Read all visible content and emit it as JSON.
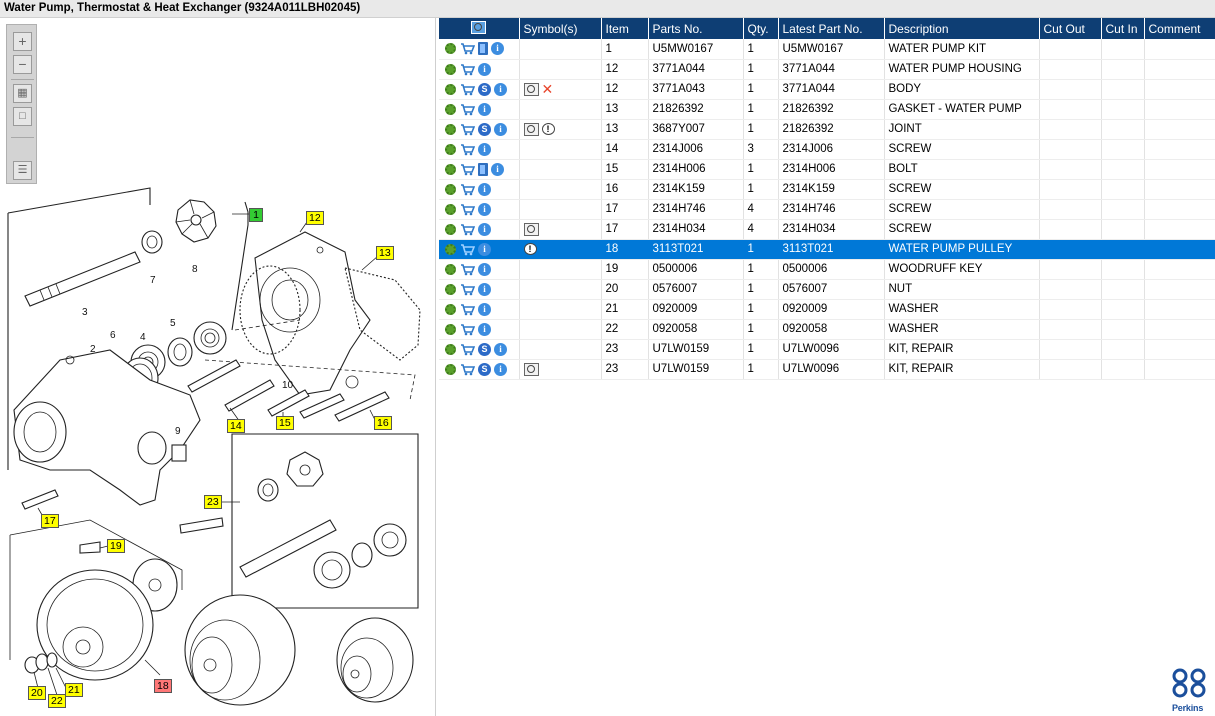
{
  "window": {
    "title": "Water Pump, Thermostat & Heat Exchanger (9324A011LBH02045)"
  },
  "toolbar": {
    "zoom_in_icon": "plus-icon",
    "zoom_out_icon": "minus-icon",
    "fit_icon": "grid-icon",
    "actual_icon": "square-icon",
    "list_icon": "list-arrow-icon"
  },
  "diagram": {
    "callouts": [
      {
        "label": "1",
        "style": "green"
      },
      {
        "label": "12",
        "style": "yellow"
      },
      {
        "label": "13",
        "style": "yellow"
      },
      {
        "label": "14",
        "style": "yellow"
      },
      {
        "label": "15",
        "style": "yellow"
      },
      {
        "label": "16",
        "style": "yellow"
      },
      {
        "label": "17",
        "style": "yellow"
      },
      {
        "label": "19",
        "style": "yellow"
      },
      {
        "label": "23",
        "style": "yellow"
      },
      {
        "label": "20",
        "style": "yellow"
      },
      {
        "label": "22",
        "style": "yellow"
      },
      {
        "label": "21",
        "style": "yellow"
      },
      {
        "label": "18",
        "style": "red"
      }
    ],
    "plain_labels": [
      "2",
      "3",
      "4",
      "5",
      "6",
      "7",
      "8",
      "9",
      "10"
    ]
  },
  "table": {
    "columns": [
      "",
      "Symbol(s)",
      "Item",
      "Parts No.",
      "Qty.",
      "Latest Part No.",
      "Description",
      "Cut Out",
      "Cut In",
      "Comment"
    ],
    "rows": [
      {
        "icons": [
          "gears",
          "cart",
          "book",
          "info"
        ],
        "symbols": [],
        "item": "1",
        "part": "U5MW0167",
        "qty": "1",
        "latest": "U5MW0167",
        "desc": "WATER PUMP KIT",
        "cutout": "",
        "cutin": "",
        "comment": "",
        "selected": false
      },
      {
        "icons": [
          "gear",
          "cart",
          "info"
        ],
        "symbols": [],
        "item": "12",
        "part": "3771A044",
        "qty": "1",
        "latest": "3771A044",
        "desc": "WATER PUMP HOUSING",
        "cutout": "",
        "cutin": "",
        "comment": "",
        "selected": false
      },
      {
        "icons": [
          "gear",
          "cart",
          "s",
          "info"
        ],
        "symbols": [
          "magnifier",
          "x"
        ],
        "item": "12",
        "part": "3771A043",
        "qty": "1",
        "latest": "3771A044",
        "desc": "BODY",
        "cutout": "",
        "cutin": "",
        "comment": "",
        "selected": false
      },
      {
        "icons": [
          "gear",
          "cart",
          "info"
        ],
        "symbols": [],
        "item": "13",
        "part": "21826392",
        "qty": "1",
        "latest": "21826392",
        "desc": "GASKET - WATER PUMP",
        "cutout": "",
        "cutin": "",
        "comment": "",
        "selected": false
      },
      {
        "icons": [
          "gear",
          "cart",
          "s",
          "info"
        ],
        "symbols": [
          "magnifier",
          "bubble"
        ],
        "item": "13",
        "part": "3687Y007",
        "qty": "1",
        "latest": "21826392",
        "desc": "JOINT",
        "cutout": "",
        "cutin": "",
        "comment": "",
        "selected": false
      },
      {
        "icons": [
          "gear",
          "cart",
          "info"
        ],
        "symbols": [],
        "item": "14",
        "part": "2314J006",
        "qty": "3",
        "latest": "2314J006",
        "desc": "SCREW",
        "cutout": "",
        "cutin": "",
        "comment": "",
        "selected": false
      },
      {
        "icons": [
          "gear",
          "cart",
          "book",
          "info"
        ],
        "symbols": [],
        "item": "15",
        "part": "2314H006",
        "qty": "1",
        "latest": "2314H006",
        "desc": "BOLT",
        "cutout": "",
        "cutin": "",
        "comment": "",
        "selected": false
      },
      {
        "icons": [
          "gear",
          "cart",
          "info"
        ],
        "symbols": [],
        "item": "16",
        "part": "2314K159",
        "qty": "1",
        "latest": "2314K159",
        "desc": "SCREW",
        "cutout": "",
        "cutin": "",
        "comment": "",
        "selected": false
      },
      {
        "icons": [
          "gear",
          "cart",
          "info"
        ],
        "symbols": [],
        "item": "17",
        "part": "2314H746",
        "qty": "4",
        "latest": "2314H746",
        "desc": "SCREW",
        "cutout": "",
        "cutin": "",
        "comment": "",
        "selected": false
      },
      {
        "icons": [
          "gear",
          "cart",
          "info"
        ],
        "symbols": [
          "magnifier"
        ],
        "item": "17",
        "part": "2314H034",
        "qty": "4",
        "latest": "2314H034",
        "desc": "SCREW",
        "cutout": "",
        "cutin": "",
        "comment": "",
        "selected": false
      },
      {
        "icons": [
          "gear",
          "cart",
          "info"
        ],
        "symbols": [
          "bubble"
        ],
        "item": "18",
        "part": "3113T021",
        "qty": "1",
        "latest": "3113T021",
        "desc": "WATER PUMP PULLEY",
        "cutout": "",
        "cutin": "",
        "comment": "",
        "selected": true
      },
      {
        "icons": [
          "gear",
          "cart",
          "info"
        ],
        "symbols": [],
        "item": "19",
        "part": "0500006",
        "qty": "1",
        "latest": "0500006",
        "desc": "WOODRUFF KEY",
        "cutout": "",
        "cutin": "",
        "comment": "",
        "selected": false
      },
      {
        "icons": [
          "gear",
          "cart",
          "info"
        ],
        "symbols": [],
        "item": "20",
        "part": "0576007",
        "qty": "1",
        "latest": "0576007",
        "desc": "NUT",
        "cutout": "",
        "cutin": "",
        "comment": "",
        "selected": false
      },
      {
        "icons": [
          "gear",
          "cart",
          "info"
        ],
        "symbols": [],
        "item": "21",
        "part": "0920009",
        "qty": "1",
        "latest": "0920009",
        "desc": "WASHER",
        "cutout": "",
        "cutin": "",
        "comment": "",
        "selected": false
      },
      {
        "icons": [
          "gear",
          "cart",
          "info"
        ],
        "symbols": [],
        "item": "22",
        "part": "0920058",
        "qty": "1",
        "latest": "0920058",
        "desc": "WASHER",
        "cutout": "",
        "cutin": "",
        "comment": "",
        "selected": false
      },
      {
        "icons": [
          "gear",
          "cart",
          "s",
          "info"
        ],
        "symbols": [],
        "item": "23",
        "part": "U7LW0159",
        "qty": "1",
        "latest": "U7LW0096",
        "desc": "KIT, REPAIR",
        "cutout": "",
        "cutin": "",
        "comment": "",
        "selected": false
      },
      {
        "icons": [
          "gear",
          "cart",
          "s",
          "info"
        ],
        "symbols": [
          "magnifier"
        ],
        "item": "23",
        "part": "U7LW0159",
        "qty": "1",
        "latest": "U7LW0096",
        "desc": "KIT, REPAIR",
        "cutout": "",
        "cutin": "",
        "comment": "",
        "selected": false
      }
    ]
  },
  "brand": {
    "name": "Perkins",
    "logo_icon": "perkins-logo-icon",
    "color": "#1b4f9c"
  },
  "colors": {
    "header_bg": "#0e3e74",
    "selection": "#0078d7",
    "callout_yellow": "#ffff00",
    "callout_green": "#33cc33",
    "callout_red": "#ff7777"
  }
}
